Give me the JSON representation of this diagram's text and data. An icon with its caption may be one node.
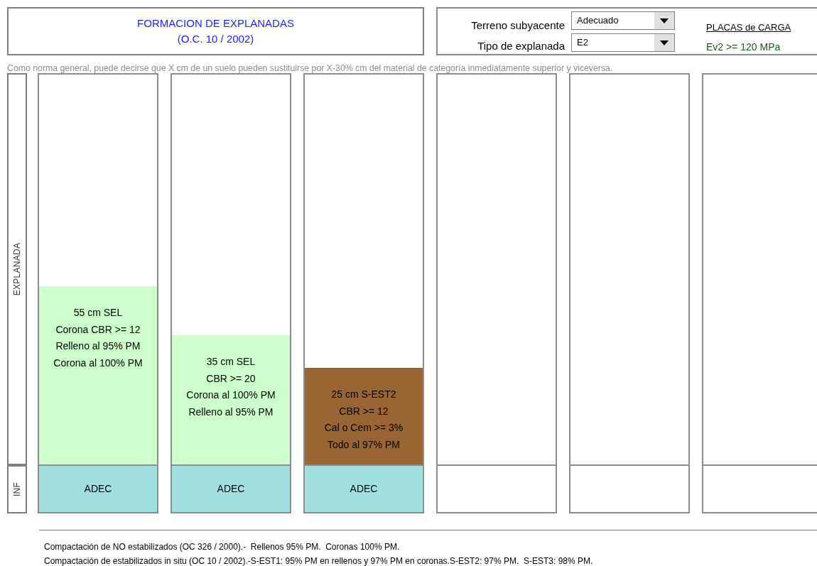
{
  "diagram": {
    "nodes": [
      {
        "text": [
          "FORMACION DE EXPLANADAS",
          "(O.C. 10 / 2002)"
        ]
      },
      {
        "text": [],
        "shape": "box"
      },
      {
        "text": [
          "EXPLANADA"
        ]
      },
      {
        "text": [
          "INF"
        ]
      },
      {
        "text": [],
        "shape": "box"
      },
      {
        "text": [
          "55 cm SEL",
          "Corona CBR >= 12",
          "Relleno al 95% PM",
          "Corona al 100% PM"
        ],
        "in": 4
      },
      {
        "text": [
          "ADEC"
        ]
      },
      {
        "text": [],
        "shape": "box"
      },
      {
        "text": [
          "35 cm SEL",
          "CBR >= 20",
          "Corona al 100% PM",
          "Relleno al 95% PM"
        ],
        "in": 7
      },
      {
        "text": [
          "ADEC"
        ]
      },
      {
        "text": [],
        "shape": "box"
      },
      {
        "text": [
          "25 cm S-EST2",
          "CBR >= 12",
          "Cal o Cem >= 3%",
          "Todo al 97% PM"
        ],
        "in": 10
      },
      {
        "text": [
          "ADEC"
        ]
      },
      {
        "text": [],
        "shape": "box"
      },
      {
        "text": [],
        "shape": "box"
      },
      {
        "text": [],
        "shape": "box"
      },
      {
        "text": [],
        "shape": "box"
      },
      {
        "text": [],
        "shape": "box"
      },
      {
        "text": [],
        "shape": "box"
      }
    ],
    "edges": [],
    "labels": [
      "Terreno subyacente",
      "Adecuado",
      "Tipo de explanada",
      "E2",
      "PLACAS de CARGA",
      "Ev2 >= 120 MPa",
      "Como norma general, puede decirse que X cm de un suelo pueden sustituirse por X-30% cm del material de categoría inmediatamente superior y viceversa.",
      "Compactación de NO estabilizados (OC 326 / 2000).-  Rellenos 95% PM.  Coronas 100% PM.",
      "Compactación de estabilizados in situ (OC 10 / 2002).-S-EST1: 95% PM en rellenos y 97% PM en coronas.S-EST2: 97% PM.  S-EST3: 98% PM."
    ]
  }
}
